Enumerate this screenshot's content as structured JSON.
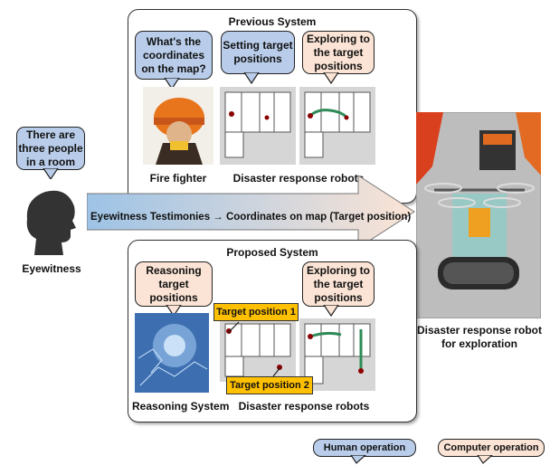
{
  "previous": {
    "title": "Previous System",
    "bubble_fire": "What's the coordinates on the map?",
    "bubble_setting": "Setting target positions",
    "bubble_explore": "Exploring to the target positions",
    "label_fire": "Fire fighter",
    "label_robots": "Disaster response robots"
  },
  "eyewitness": {
    "bubble": "There are three people in a room",
    "label": "Eyewitness"
  },
  "arrow_text": "Eyewitness Testimonies → Coordinates on map (Target position)",
  "proposed": {
    "title": "Proposed System",
    "bubble_reason": "Reasoning target positions",
    "bubble_explore": "Exploring to the target positions",
    "tag1": "Target position 1",
    "tag2": "Target position 2",
    "label_reason": "Reasoning System",
    "label_robots": "Disaster response robots"
  },
  "robot_label": "Disaster response robot for exploration",
  "legend": {
    "human": "Human operation",
    "computer": "Computer operation"
  },
  "colors": {
    "human": "#b9cdea",
    "computer": "#fbe4d5",
    "tag": "#ffc000",
    "arrow_left": "#9dc3e6",
    "arrow_right": "#fbe4d5"
  }
}
